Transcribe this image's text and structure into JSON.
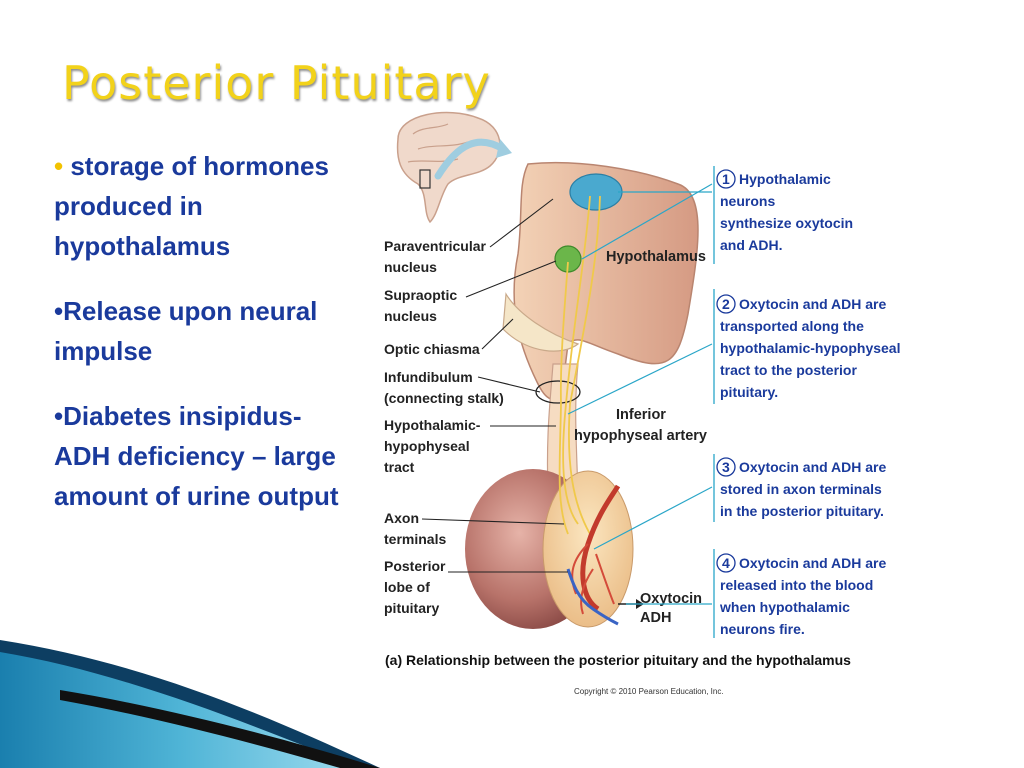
{
  "title": "Posterior Pituitary",
  "bullets": [
    {
      "marker": "•",
      "text": " storage of hormones produced in hypothalamus"
    },
    {
      "marker": "•",
      "text": "Release upon neural impulse"
    },
    {
      "marker": "•",
      "text": "Diabetes insipidus- ADH deficiency – large amount of urine output"
    }
  ],
  "diagram": {
    "left_labels": [
      [
        "Paraventricular",
        "nucleus"
      ],
      [
        "Supraoptic",
        "nucleus"
      ],
      [
        "Optic chiasma"
      ],
      [
        "Infundibulum",
        "(connecting stalk)"
      ],
      [
        "Hypothalamic-",
        "hypophyseal",
        "tract"
      ],
      [
        "Axon",
        "terminals"
      ],
      [
        "Posterior",
        "lobe of",
        "pituitary"
      ]
    ],
    "hypothalamus_label": "Hypothalamus",
    "artery_label": [
      "Inferior",
      "hypophyseal artery"
    ],
    "output_label": [
      "Oxytocin",
      "ADH"
    ],
    "steps": [
      {
        "num": "1",
        "lines": [
          "Hypothalamic",
          "neurons",
          "synthesize oxytocin",
          "and ADH."
        ]
      },
      {
        "num": "2",
        "lines": [
          "Oxytocin and ADH are",
          "transported along the",
          "hypothalamic-hypophyseal",
          "tract to the posterior",
          "pituitary."
        ]
      },
      {
        "num": "3",
        "lines": [
          "Oxytocin and ADH are",
          "stored in axon terminals",
          "in the posterior pituitary."
        ]
      },
      {
        "num": "4",
        "lines": [
          "Oxytocin and ADH are",
          "released into the blood",
          "when hypothalamic",
          "neurons fire."
        ]
      }
    ],
    "caption": "(a) Relationship between the posterior pituitary and the hypothalamus",
    "copyright": "Copyright © 2010 Pearson Education, Inc."
  },
  "colors": {
    "title": "#f2d21a",
    "bullet_text": "#1a3a9c",
    "bullet_marker": "#f2c200",
    "pointer_line": "#2aa6c8"
  }
}
